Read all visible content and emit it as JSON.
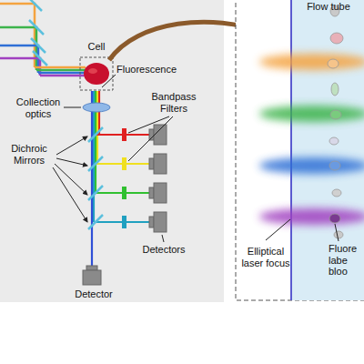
{
  "diagram": {
    "labels": [
      "Cell",
      "Fluorescence",
      "Bandpass Filters",
      "Collection optics",
      "Dichroic Mirrors",
      "Detectors",
      "Detector",
      "Flow tube",
      "Elliptical laser focus",
      "Fluore labe bloo"
    ]
  }
}
